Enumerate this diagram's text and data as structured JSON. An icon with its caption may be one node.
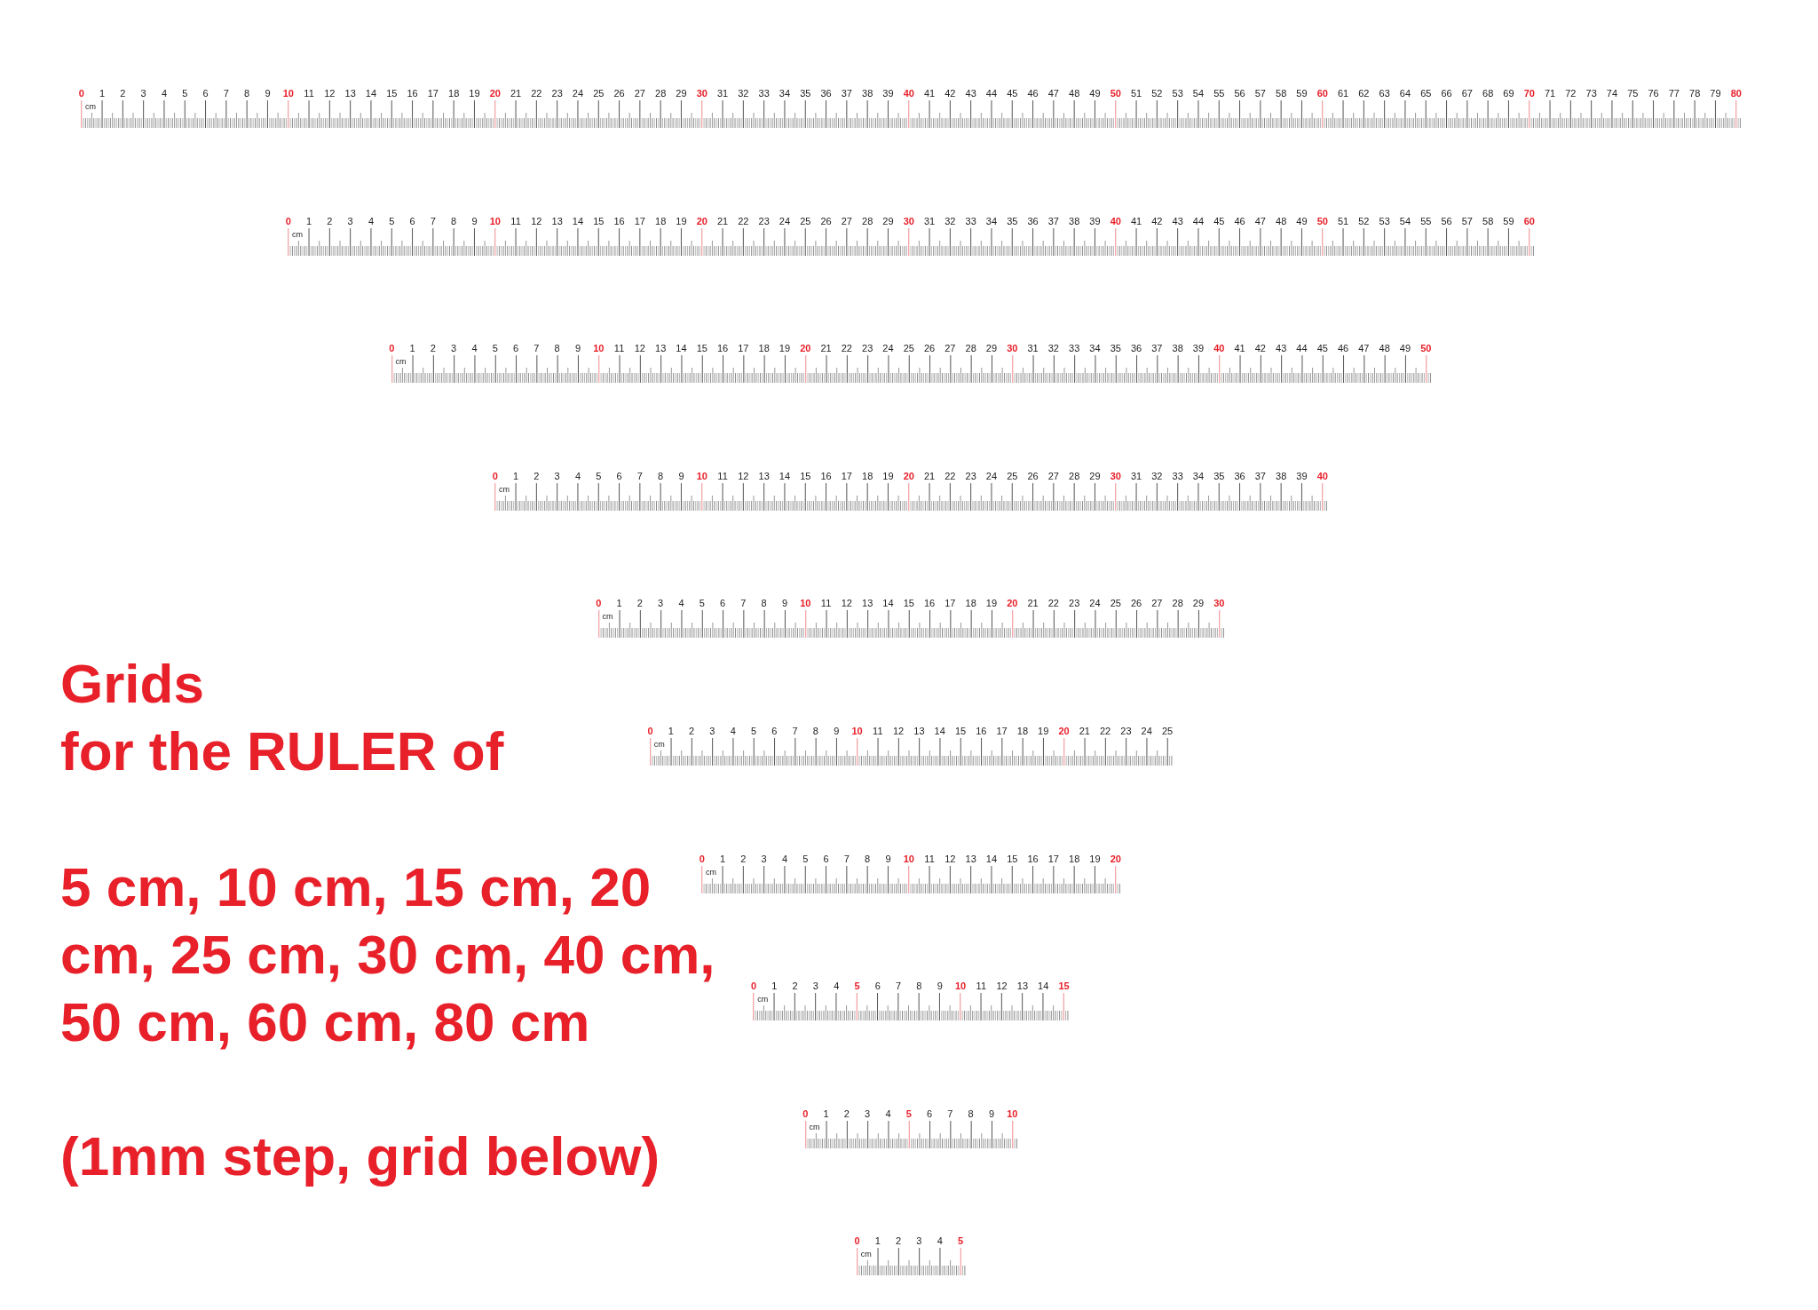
{
  "diagram": {
    "title": "Grids for the RULER of",
    "labels": [
      "0",
      "1",
      "2",
      "3",
      "4",
      "5",
      "6",
      "7",
      "8",
      "9",
      "10",
      "11",
      "12",
      "13",
      "14",
      "15",
      "16",
      "17",
      "18",
      "19",
      "20",
      "21",
      "22",
      "23",
      "24",
      "25",
      "26",
      "27",
      "28",
      "29",
      "30",
      "31",
      "32",
      "33",
      "34",
      "35",
      "36",
      "37",
      "38",
      "39",
      "40",
      "41",
      "42",
      "43",
      "44",
      "45",
      "46",
      "47",
      "48",
      "49",
      "50",
      "51",
      "52",
      "53",
      "54",
      "55",
      "56",
      "57",
      "58",
      "59",
      "60",
      "61",
      "62",
      "63",
      "64",
      "65",
      "66",
      "67",
      "68",
      "69",
      "70",
      "71",
      "72",
      "73",
      "74",
      "75",
      "76",
      "77",
      "78",
      "79",
      "80",
      "cm",
      "0",
      "1",
      "2",
      "3",
      "4",
      "5",
      "6",
      "7",
      "8",
      "9",
      "10",
      "11",
      "12",
      "13",
      "14",
      "15",
      "16",
      "17",
      "18",
      "19",
      "20",
      "21",
      "22",
      "23",
      "24",
      "25",
      "26",
      "27",
      "28",
      "29",
      "30",
      "31",
      "32",
      "33",
      "34",
      "35",
      "36",
      "37",
      "38",
      "39",
      "40",
      "41",
      "42",
      "43",
      "44",
      "45",
      "46",
      "47",
      "48",
      "49",
      "50",
      "51",
      "52",
      "53",
      "54",
      "55",
      "56",
      "57",
      "58",
      "59",
      "60",
      "cm",
      "0",
      "1",
      "2",
      "3",
      "4",
      "5",
      "6",
      "7",
      "8",
      "9",
      "10",
      "11",
      "12",
      "13",
      "14",
      "15",
      "16",
      "17",
      "18",
      "19",
      "20",
      "21",
      "22",
      "23",
      "24",
      "25",
      "26",
      "27",
      "28",
      "29",
      "30",
      "31",
      "32",
      "33",
      "34",
      "35",
      "36",
      "37",
      "38",
      "39",
      "40",
      "41",
      "42",
      "43",
      "44",
      "45",
      "46",
      "47",
      "48",
      "49",
      "50",
      "cm",
      "0",
      "1",
      "2",
      "3",
      "4",
      "5",
      "6",
      "7",
      "8",
      "9",
      "10",
      "11",
      "12",
      "13",
      "14",
      "15",
      "16",
      "17",
      "18",
      "19",
      "20",
      "21",
      "22",
      "23",
      "24",
      "25",
      "26",
      "27",
      "28",
      "29",
      "30",
      "31",
      "32",
      "33",
      "34",
      "35",
      "36",
      "37",
      "38",
      "39",
      "40",
      "cm",
      "0",
      "1",
      "2",
      "3",
      "4",
      "5",
      "6",
      "7",
      "8",
      "9",
      "10",
      "11",
      "12",
      "13",
      "14",
      "15",
      "16",
      "17",
      "18",
      "19",
      "20",
      "21",
      "22",
      "23",
      "24",
      "25",
      "26",
      "27",
      "28",
      "29",
      "30",
      "cm",
      "0",
      "1",
      "2",
      "3",
      "4",
      "5",
      "6",
      "7",
      "8",
      "9",
      "10",
      "11",
      "12",
      "13",
      "14",
      "15",
      "16",
      "17",
      "18",
      "19",
      "20",
      "21",
      "22",
      "23",
      "24",
      "25",
      "cm",
      "0",
      "1",
      "2",
      "3",
      "4",
      "5",
      "6",
      "7",
      "8",
      "9",
      "10",
      "11",
      "12",
      "13",
      "14",
      "15",
      "16",
      "17",
      "18",
      "19",
      "20",
      "cm",
      "0",
      "1",
      "2",
      "3",
      "4",
      "5",
      "6",
      "7",
      "8",
      "9",
      "10",
      "11",
      "12",
      "13",
      "14",
      "15",
      "cm",
      "0",
      "1",
      "2",
      "3",
      "4",
      "5",
      "6",
      "7",
      "8",
      "9",
      "10",
      "cm",
      "0",
      "1",
      "2",
      "3",
      "4",
      "5",
      "cm",
      "5 cm, 10 cm, 15 cm, 20 cm, 25 cm, 30 cm, 40 cm, 50 cm, 60 cm, 80 cm",
      "(1mm step, grid below)"
    ]
  }
}
